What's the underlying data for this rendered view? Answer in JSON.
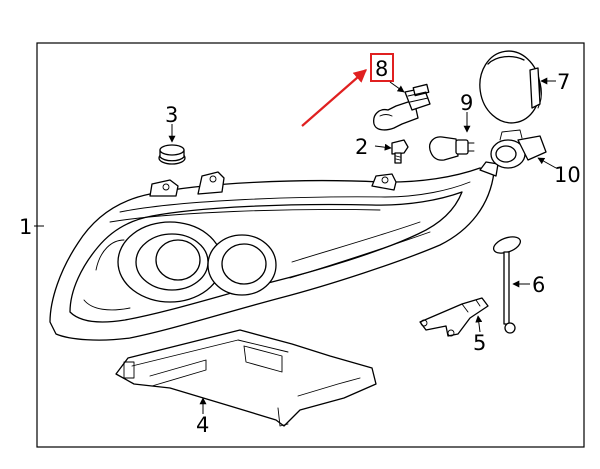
{
  "diagram": {
    "callouts": [
      "1",
      "2",
      "3",
      "4",
      "5",
      "6",
      "7",
      "8",
      "9",
      "10"
    ],
    "highlighted_callout": "8",
    "colors": {
      "highlight": "#e02020",
      "line": "#000000",
      "background": "#ffffff"
    }
  }
}
